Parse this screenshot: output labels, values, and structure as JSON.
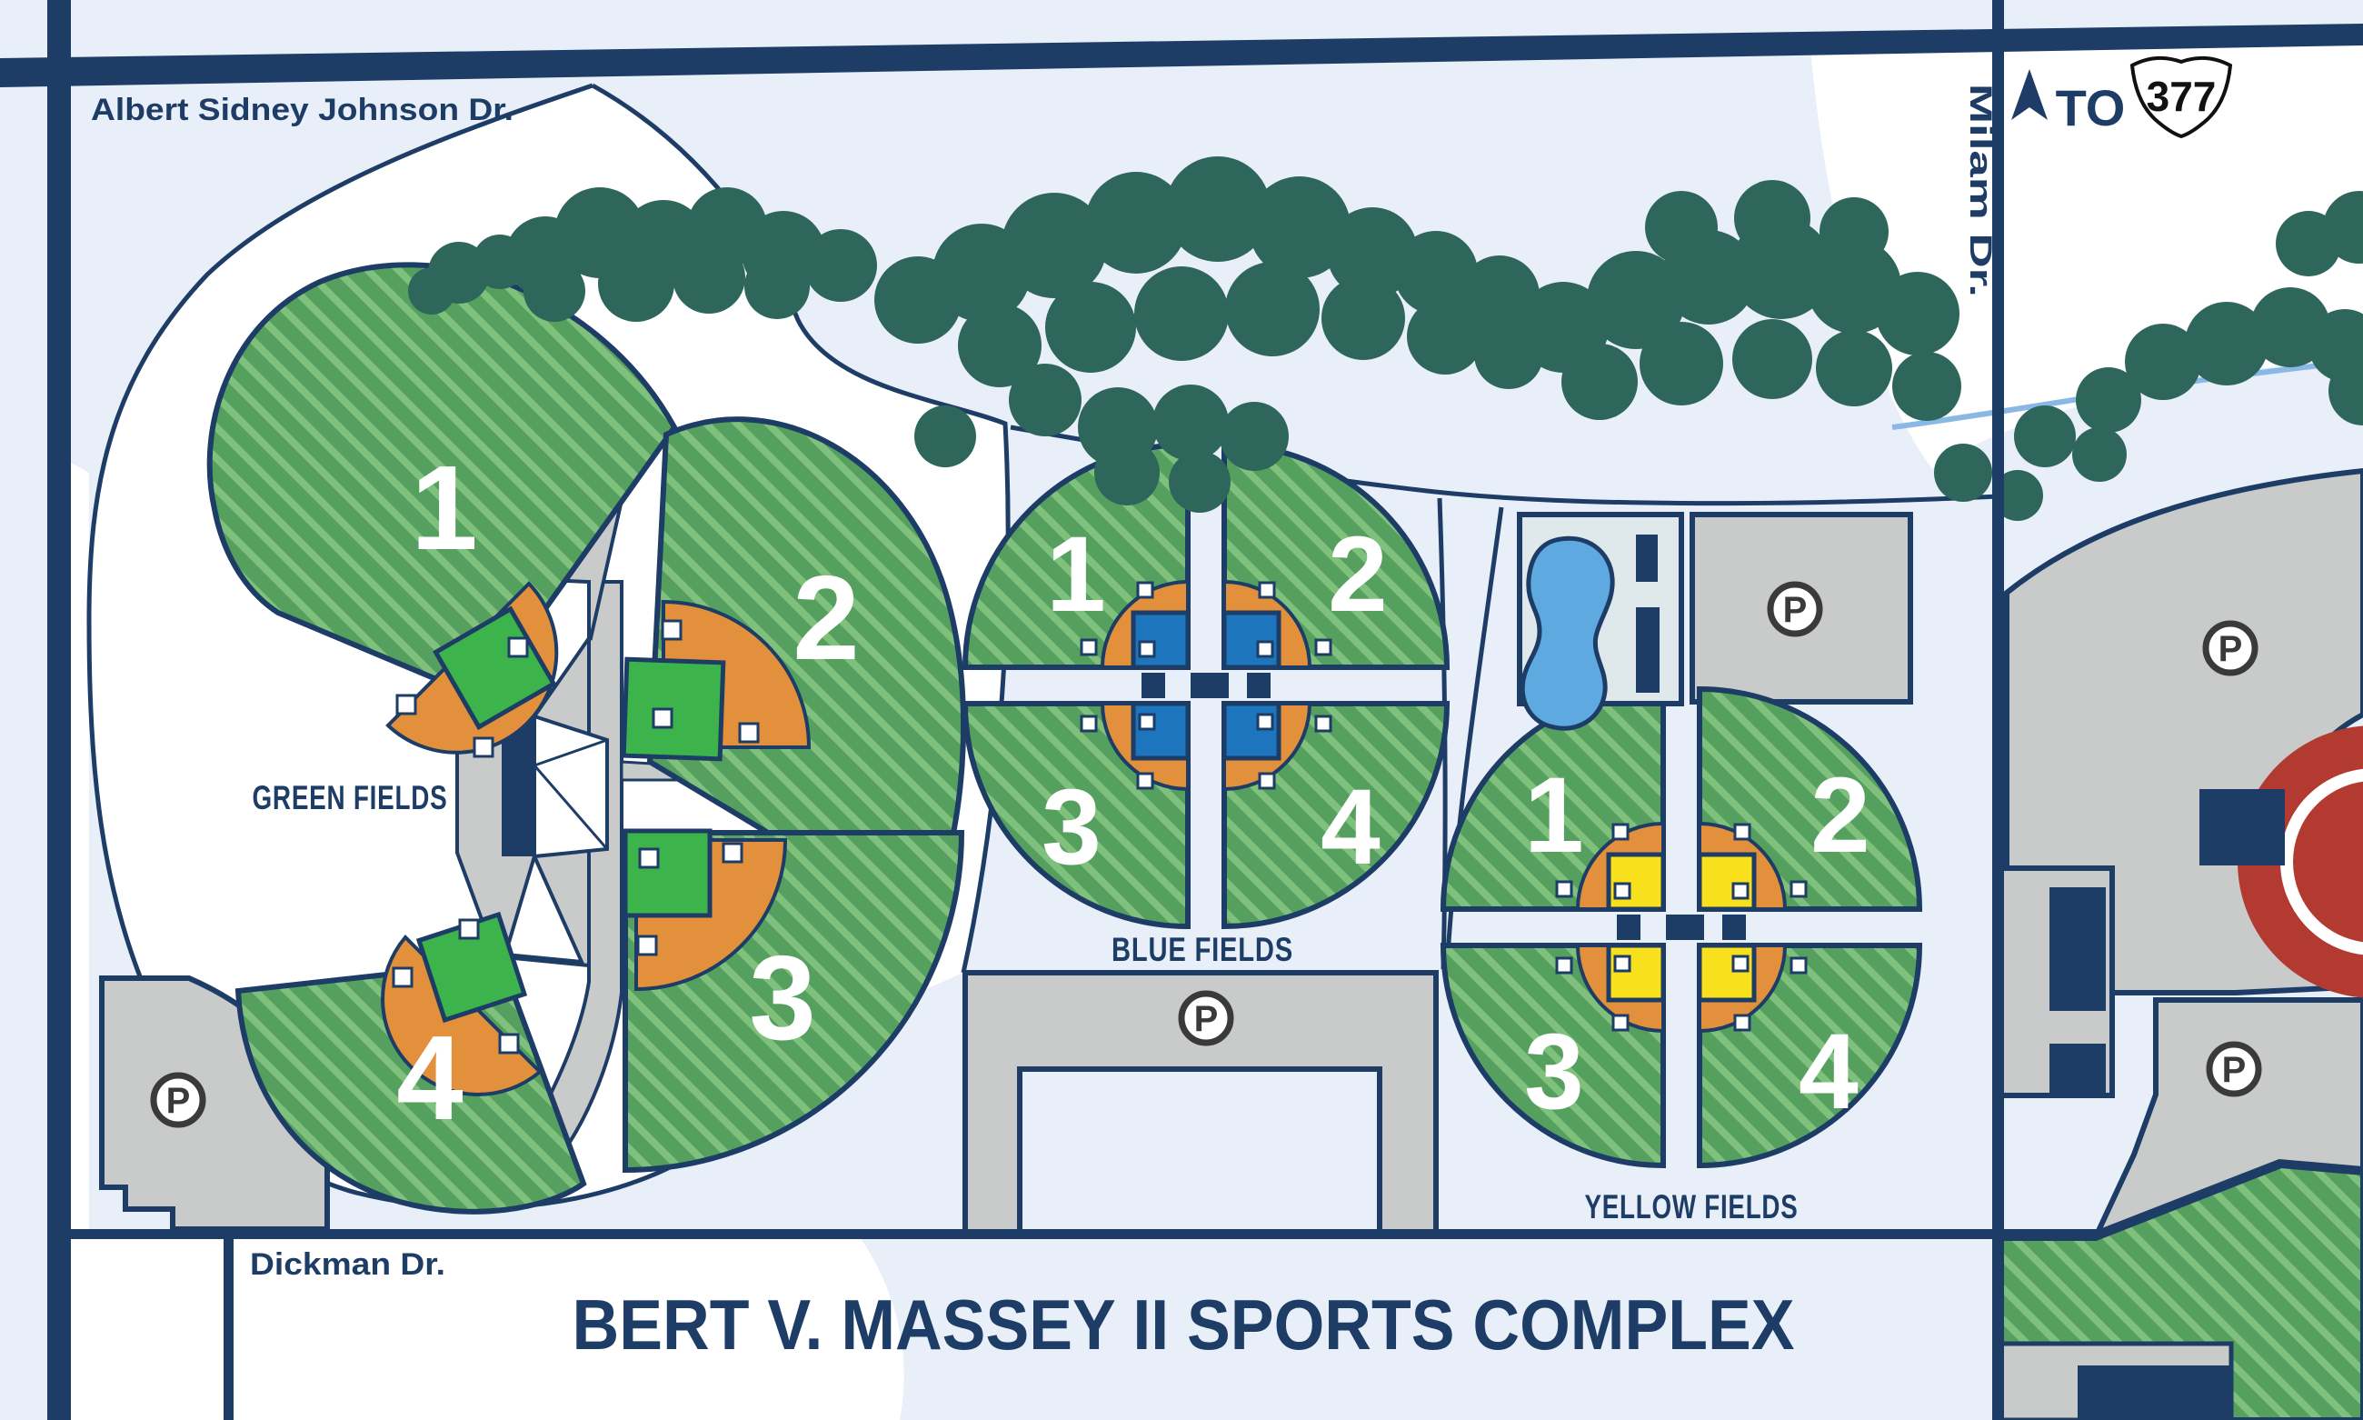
{
  "title": "BERT V. MASSEY II SPORTS COMPLEX",
  "streets": {
    "top": "Albert Sidney Johnson Dr.",
    "right": "Milam Dr.",
    "bottom": "Dickman Dr."
  },
  "highway_sign": {
    "prefix": "TO",
    "route": "377"
  },
  "parking_letter": "P",
  "groups": [
    {
      "label": "GREEN FIELDS",
      "color": "#3cb44b",
      "fields": [
        "1",
        "2",
        "3",
        "4"
      ]
    },
    {
      "label": "BLUE FIELDS",
      "color": "#1c75bd",
      "fields": [
        "1",
        "2",
        "3",
        "4"
      ]
    },
    {
      "label": "YELLOW FIELDS",
      "color": "#f8e11c",
      "fields": [
        "1",
        "2",
        "3",
        "4"
      ]
    }
  ],
  "colors": {
    "background": "#e9eff8",
    "white_area": "#ffffff",
    "road_navy": "#1d3c66",
    "tree_green": "#2e665b",
    "outfield_green": "#55a05e",
    "outfield_stripe": "#7fc17c",
    "infield_orange": "#e2903c",
    "parking_gray": "#c9cbca",
    "pool_blue": "#5ea9e0",
    "pool_pad": "#dfe9ec",
    "stadium_red": "#b23a31",
    "creek_blue": "#8ab8e4"
  }
}
